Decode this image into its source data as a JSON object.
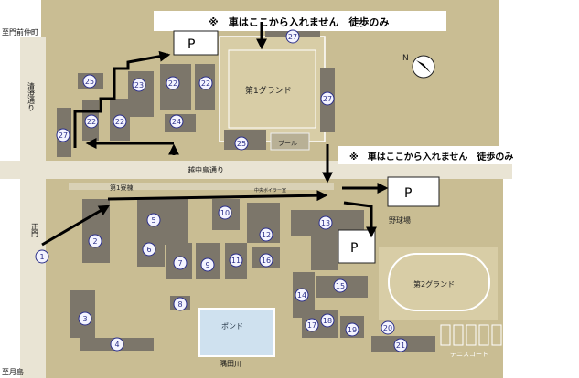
{
  "notices": {
    "top": "※　車はここから入れません　徒歩のみ",
    "middle": "※　車はここから入れません　徒歩のみ"
  },
  "parking": {
    "label": "P"
  },
  "roads": {
    "top_left": "至門前仲町",
    "left": "清澄通り",
    "bottom_left": "至月島",
    "gate": "正門",
    "middle": "越中島通り",
    "river": "隅田川"
  },
  "places": {
    "ground1": "第1グランド",
    "ground2": "第2グランド",
    "pool": "プール",
    "pond": "ポンド",
    "baseball": "野球場",
    "tennis": "テニスコート",
    "dorm1": "第1寮棟",
    "facility": "中央ボイラー室"
  },
  "compass": {
    "label": "N"
  },
  "buildings": [
    "1",
    "2",
    "3",
    "4",
    "5",
    "6",
    "7",
    "8",
    "9",
    "10",
    "11",
    "12",
    "13",
    "14",
    "15",
    "16",
    "17",
    "18",
    "19",
    "20",
    "21",
    "22",
    "22",
    "22",
    "22",
    "23",
    "24",
    "25",
    "25",
    "27",
    "27",
    "27"
  ],
  "colors": {
    "land": "#c9bd93",
    "building": "#7c766a",
    "road": "#e9e4d4",
    "water": "#cfe1ef",
    "ground": "#d8cda6",
    "arrow": "#000000",
    "badge": "#f4f4ff",
    "badge_text": "#2b2f8a"
  }
}
